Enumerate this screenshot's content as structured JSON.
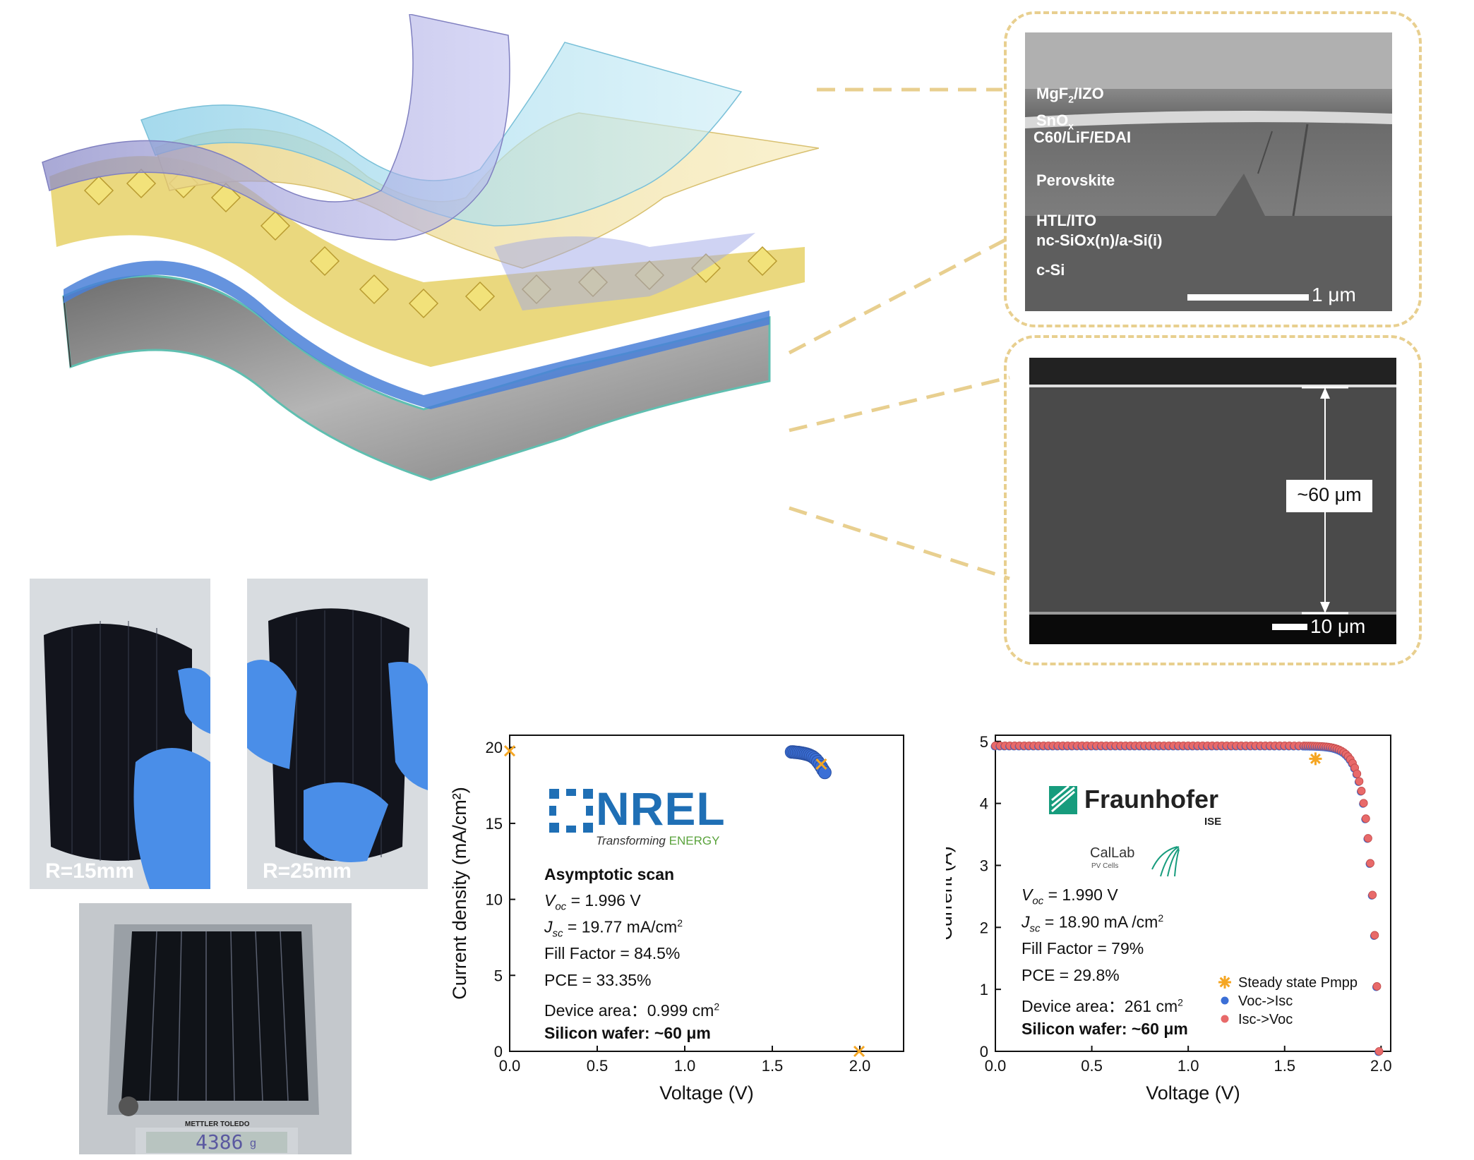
{
  "schematic": {
    "layers": [
      "transparent-top-electrode",
      "cyan-film",
      "yellow-film",
      "perovskite-lattice",
      "blue-interface",
      "textured-silicon-wafer"
    ]
  },
  "sem_top": {
    "labels": [
      {
        "main": "MgF",
        "sub": "2",
        "tail": "/IZO"
      },
      {
        "main": "SnO",
        "sub": "x",
        "tail": ""
      },
      {
        "main": "C60/LiF/EDAI",
        "sub": "",
        "tail": ""
      },
      {
        "main": "Perovskite",
        "sub": "",
        "tail": ""
      },
      {
        "main": "HTL/ITO",
        "sub": "",
        "tail": ""
      },
      {
        "main": "nc-SiOx(n)/a-Si(i)",
        "sub": "",
        "tail": ""
      },
      {
        "main": "c-Si",
        "sub": "",
        "tail": ""
      }
    ],
    "scalebar": "1 μm"
  },
  "sem_bottom": {
    "thickness": "~60 μm",
    "scalebar": "10 μm"
  },
  "photos": [
    {
      "caption": "R=15mm"
    },
    {
      "caption": "R=25mm"
    },
    {
      "scale_reading": "4386",
      "scale_unit": "g",
      "scale_brand": "METTLER TOLEDO"
    }
  ],
  "nrel": {
    "logo_text": "NREL",
    "logo_tagline_1": "Transforming",
    "logo_tagline_2": "ENERGY",
    "scan_type": "Asymptotic scan",
    "voc": {
      "sym": "V",
      "sub": "oc",
      "val": " = 1.996 V"
    },
    "jsc": {
      "sym": "J",
      "sub": "sc",
      "val": " = 19.77 mA/cm",
      "sup": "2"
    },
    "ff": "Fill Factor = 84.5%",
    "pce": "PCE = 33.35%",
    "area": {
      "text": "Device area：0.999 cm",
      "sup": "2"
    },
    "wafer": "Silicon wafer:  ~60 μm"
  },
  "fraunhofer": {
    "logo_text": "Fraunhofer",
    "logo_sub": "ISE",
    "callab_1": "CalLab",
    "callab_2": "PV Cells",
    "voc": {
      "sym": "V",
      "sub": "oc",
      "val": " = 1.990 V"
    },
    "jsc": {
      "sym": "J",
      "sub": "sc",
      "val": " = 18.90 mA /cm",
      "sup": "2"
    },
    "ff": "Fill Factor = 79%",
    "pce": "PCE = 29.8%",
    "area": {
      "text": "Device area：261 cm",
      "sup": "2"
    },
    "wafer": "Silicon wafer:  ~60 μm"
  },
  "colors": {
    "accent_gold": "#e8cf8f",
    "marker_orange": "#f5a623",
    "marker_blue": "#3b6fd6",
    "marker_red": "#e86a6a",
    "nrel_blue": "#1f6fb5",
    "nrel_green": "#5aa33c",
    "fraunhofer_green": "#179c7d"
  },
  "chart_data": [
    {
      "type": "scatter",
      "xlabel": "Voltage (V)",
      "ylabel": "Current density (mA/cm²)",
      "xlim": [
        0.0,
        2.25
      ],
      "ylim": [
        0,
        20.8
      ],
      "xticks": [
        "0.0",
        "0.5",
        "1.0",
        "1.5",
        "2.0"
      ],
      "yticks": [
        "0",
        "5",
        "10",
        "15",
        "20"
      ],
      "grid": false,
      "series": [
        {
          "marker": "circle-blue",
          "x": [
            1.61,
            1.62,
            1.63,
            1.64,
            1.65,
            1.66,
            1.67,
            1.68,
            1.69,
            1.7,
            1.71,
            1.72,
            1.73,
            1.74,
            1.75,
            1.76,
            1.77,
            1.78,
            1.79,
            1.8
          ],
          "y": [
            19.7,
            19.7,
            19.68,
            19.67,
            19.66,
            19.64,
            19.62,
            19.6,
            19.57,
            19.54,
            19.5,
            19.45,
            19.39,
            19.3,
            19.2,
            19.06,
            18.9,
            18.72,
            18.52,
            18.35
          ]
        },
        {
          "marker": "x-orange",
          "x": [
            0.0,
            1.78,
            1.996
          ],
          "y": [
            19.77,
            18.9,
            0
          ]
        }
      ]
    },
    {
      "type": "scatter",
      "xlabel": "Voltage (V)",
      "ylabel": "Current (A)",
      "xlim": [
        0.0,
        2.05
      ],
      "ylim": [
        0,
        5.1
      ],
      "xticks": [
        "0.0",
        "0.5",
        "1.0",
        "1.5",
        "2.0"
      ],
      "yticks": [
        "0",
        "1",
        "2",
        "3",
        "4",
        "5"
      ],
      "grid": false,
      "legend": [
        "Steady state Pmpp",
        "Voc->Isc",
        "Isc->Voc"
      ],
      "legend_position": "bottom-right",
      "series": [
        {
          "name": "Voc->Isc",
          "marker": "circle-blue",
          "model": {
            "isc": 4.93,
            "voc": 1.99,
            "n": 0.048
          }
        },
        {
          "name": "Isc->Voc",
          "marker": "circle-red",
          "model": {
            "isc": 4.93,
            "voc": 1.99,
            "n": 0.048
          }
        },
        {
          "name": "Steady state Pmpp",
          "marker": "asterisk-orange",
          "x": [
            1.66
          ],
          "y": [
            4.72
          ]
        }
      ]
    }
  ]
}
